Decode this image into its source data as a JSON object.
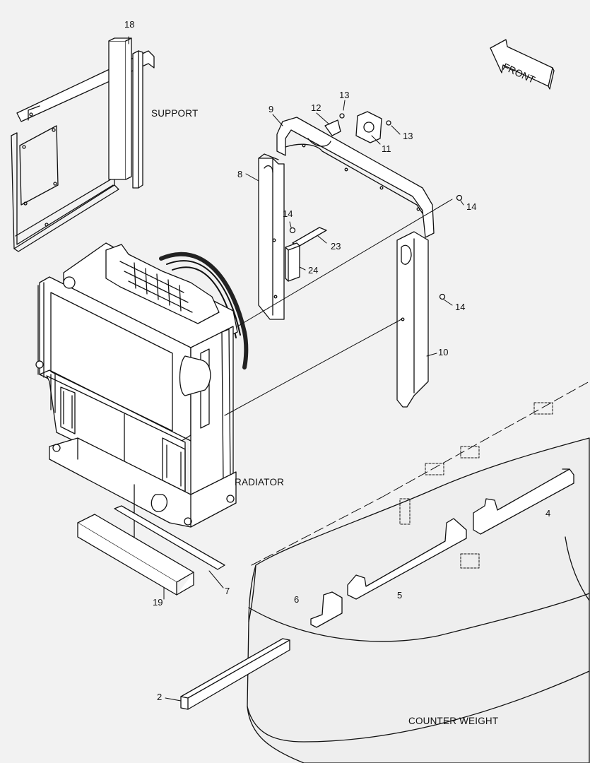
{
  "front_label": "FRONT",
  "captions": {
    "support": "SUPPORT",
    "radiator": "RADIATOR",
    "counter_weight": "COUNTER WEIGHT"
  },
  "callouts": {
    "c18": "18",
    "c9": "9",
    "c12": "12",
    "c13a": "13",
    "c13b": "13",
    "c11": "11",
    "c8": "8",
    "c14a": "14",
    "c14b": "14",
    "c14c": "14",
    "c23": "23",
    "c24": "24",
    "c10": "10",
    "c4": "4",
    "c5": "5",
    "c6": "6",
    "c7": "7",
    "c19": "19",
    "c2": "2"
  }
}
